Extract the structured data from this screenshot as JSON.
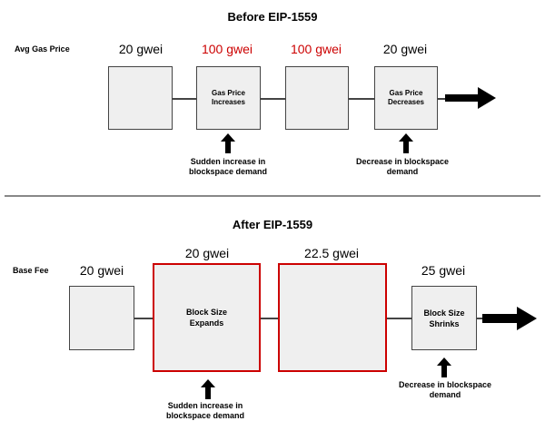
{
  "before": {
    "title": "Before EIP-1559",
    "row_label": "Avg Gas Price",
    "prices": [
      "20 gwei",
      "100 gwei",
      "100 gwei",
      "20 gwei"
    ],
    "price_colors": [
      "#000000",
      "#cc0000",
      "#cc0000",
      "#000000"
    ],
    "box_texts": [
      "",
      "Gas Price Increases",
      "",
      "Gas Price Decreases"
    ],
    "notes": [
      "Sudden increase in blockspace demand",
      "Decrease in blockspace demand"
    ]
  },
  "after": {
    "title": "After EIP-1559",
    "row_label": "Base Fee",
    "prices": [
      "20 gwei",
      "20 gwei",
      "22.5 gwei",
      "25 gwei"
    ],
    "box_texts": [
      "",
      "Block Size Expands",
      "",
      "Block Size Shrinks"
    ],
    "notes": [
      "Sudden increase in blockspace demand",
      "Decrease in blockspace demand"
    ]
  },
  "colors": {
    "accent_red": "#cc0000",
    "box_fill": "#efefef"
  }
}
